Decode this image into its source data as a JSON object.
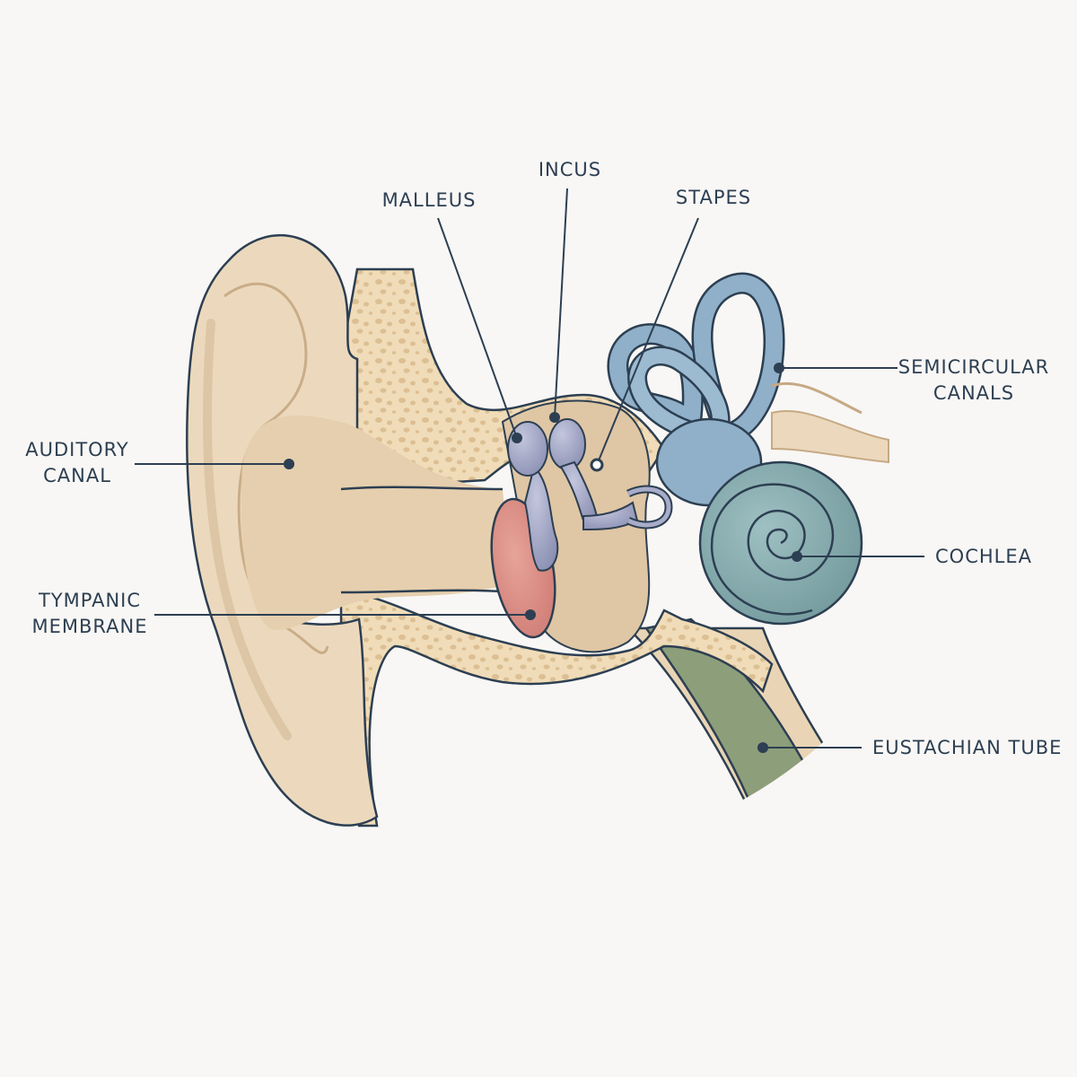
{
  "colors": {
    "background": "#f8f7f5",
    "skin": "#ecd9bd",
    "skin_shadow": "#d9bf9c",
    "bone": "#f0dcb8",
    "bone_pore": "#dcbf93",
    "ossicles": "#9a9fc0",
    "eardrum": "#dd8f86",
    "semicircular_canals": "#8fb0c8",
    "cochlea": "#7ea3a6",
    "eustachian_tube": "#8d9e7a",
    "outline": "#2d3f52"
  },
  "labels": {
    "malleus": "MALLEUS",
    "incus": "INCUS",
    "stapes": "STAPES",
    "semicircular_canals": [
      "SEMICIRCULAR",
      "CANALS"
    ],
    "auditory_canal": [
      "AUDITORY",
      "CANAL"
    ],
    "cochlea": "COCHLEA",
    "tympanic_membrane": [
      "TYMPANIC",
      "MEMBRANE"
    ],
    "eustachian_tube": "EUSTACHIAN TUBE"
  }
}
